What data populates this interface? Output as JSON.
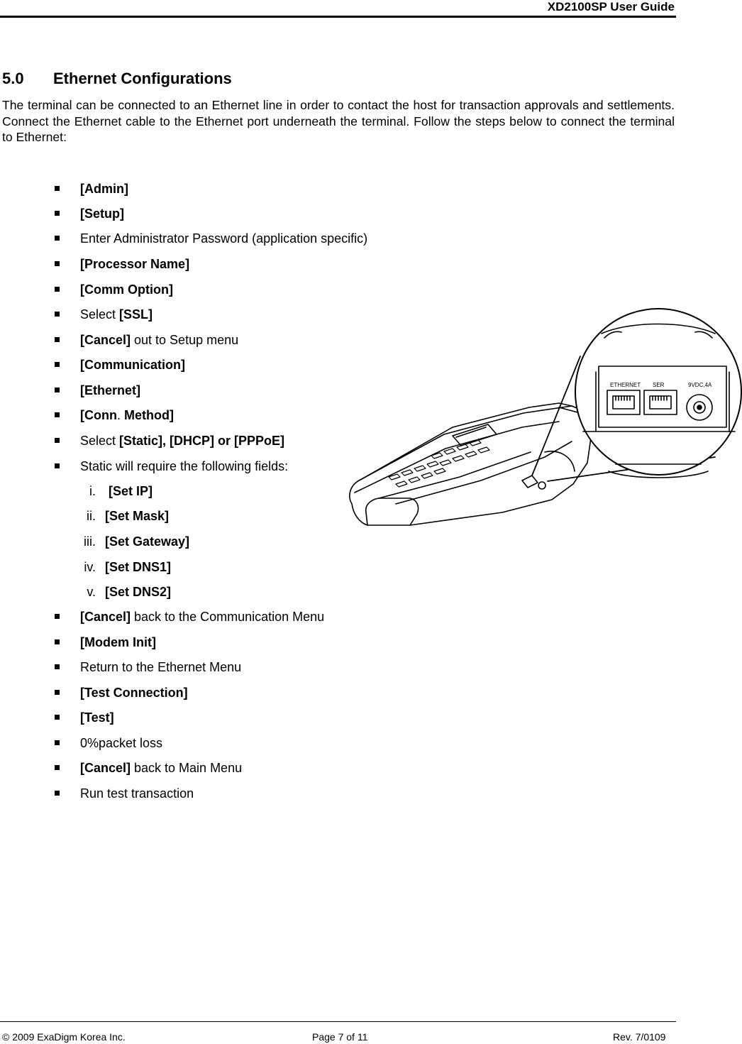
{
  "header": {
    "title": "XD2100SP User Guide"
  },
  "section": {
    "number": "5.0",
    "title": "Ethernet Configurations",
    "intro": "The terminal can be connected to an Ethernet line in order to contact the host for transaction approvals and settlements. Connect the Ethernet cable to the Ethernet port underneath the terminal. Follow the steps below to connect the terminal to Ethernet:"
  },
  "steps": [
    {
      "bold": "[Admin]",
      "rest": ""
    },
    {
      "bold": "[Setup]",
      "rest": ""
    },
    {
      "pre": "Enter Administrator Password (application specific)"
    },
    {
      "bold": "[Processor Name]",
      "rest": ""
    },
    {
      "bold": "[Comm Option]",
      "rest": ""
    },
    {
      "pre": "Select ",
      "bold": "[SSL]"
    },
    {
      "bold": "[Cancel]",
      "rest": " out to Setup menu"
    },
    {
      "bold": "[Communication]",
      "rest": ""
    },
    {
      "bold": "[Ethernet]",
      "rest": ""
    },
    {
      "bold_a": "[Conn",
      "mid": ".",
      "bold_b": " Method]"
    },
    {
      "pre": "Select ",
      "bold": "[Static], [DHCP] or [PPPoE]"
    },
    {
      "pre": "Static will require the following fields:"
    }
  ],
  "sub_steps": [
    {
      "roman": "i.",
      "label": "[Set IP]"
    },
    {
      "roman": "ii.",
      "label": "[Set Mask]"
    },
    {
      "roman": "iii.",
      "label": "[Set Gateway]"
    },
    {
      "roman": "iv.",
      "label": "[Set DNS1]"
    },
    {
      "roman": "v.",
      "label": "[Set DNS2]"
    }
  ],
  "steps_after": [
    {
      "bold": "[Cancel]",
      "rest": " back to the Communication Menu"
    },
    {
      "bold": "[Modem Init]",
      "rest": ""
    },
    {
      "pre": "Return to the Ethernet Menu"
    },
    {
      "bold": "[Test Connection]",
      "rest": ""
    },
    {
      "bold": "[Test]",
      "rest": ""
    },
    {
      "pre": "0%packet loss"
    },
    {
      "bold": "[Cancel]",
      "rest": " back to Main Menu"
    },
    {
      "pre": "Run test transaction"
    }
  ],
  "illustration": {
    "port_labels": [
      "ETHERNET",
      "SER",
      "9VDC,4A"
    ]
  },
  "footer": {
    "copyright": "© 2009 ExaDigm Korea Inc.",
    "page": "Page 7 of 11",
    "revision": "Rev. 7/0109"
  }
}
